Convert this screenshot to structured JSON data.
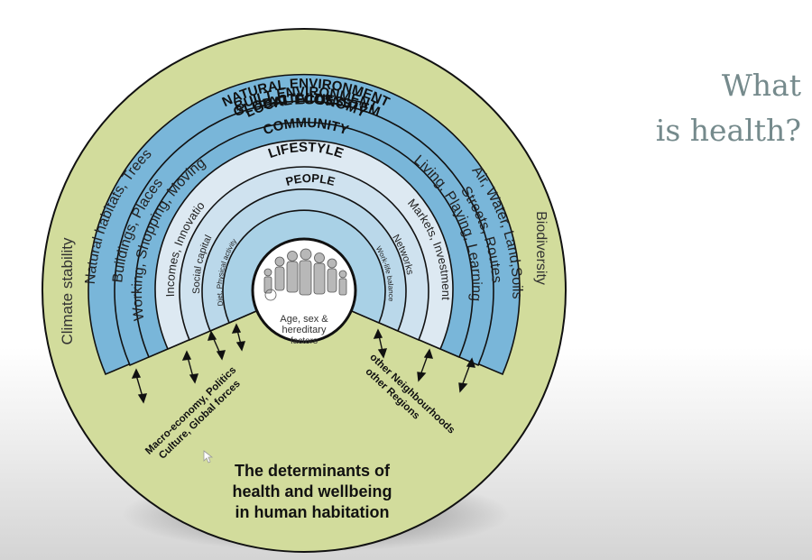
{
  "slide": {
    "title_line1": "What",
    "title_line2": "is health?"
  },
  "colors": {
    "outer_disc": "#d2dc9c",
    "blue_band": "#79b6d9",
    "mid_band": "#a9d1e6",
    "inner_band": "#dde9f2",
    "core": "#ffffff",
    "stroke": "#111111"
  },
  "diagram": {
    "global": "GLOBAL ECOSYSTEM",
    "natural": "NATURAL ENVIRONMENT",
    "built": "BUILT ENVIRONMENT",
    "activities": "ACTIVITIES",
    "local_economy": "LOCAL ECONOMY",
    "community": "COMMUNITY",
    "lifestyle": "LIFESTYLE",
    "people": "PEOPLE",
    "left_natural": "Natural habitats, Trees",
    "left_built": "Buildings, Places",
    "left_activities": "Working, Shopping, Moving",
    "left_economy": "Incomes, Innovatio",
    "left_community": "Social capital",
    "left_lifestyle": "Diet, Physical activity",
    "right_lifestyle": "Work-life balance",
    "right_community": "Networks",
    "right_economy": "Markets, Investment",
    "right_activities": "Living, Playing, Learning",
    "right_built": "Streets, Routes",
    "right_natural": "Air, Water, Land,Soils",
    "climate": "Climate stability",
    "biodiversity": "Biodiversity",
    "core_line1": "Age, sex &",
    "core_line2": "hereditary",
    "core_line3": "factors",
    "macro_line1": "Macro-economy, Politics",
    "macro_line2": "Culture, Global forces",
    "neighbour_line1": "other Neighbourhoods",
    "neighbour_line2": "other Regions",
    "caption_line1": "The determinants of",
    "caption_line2": "health and wellbeing",
    "caption_line3": "in human habitation"
  }
}
